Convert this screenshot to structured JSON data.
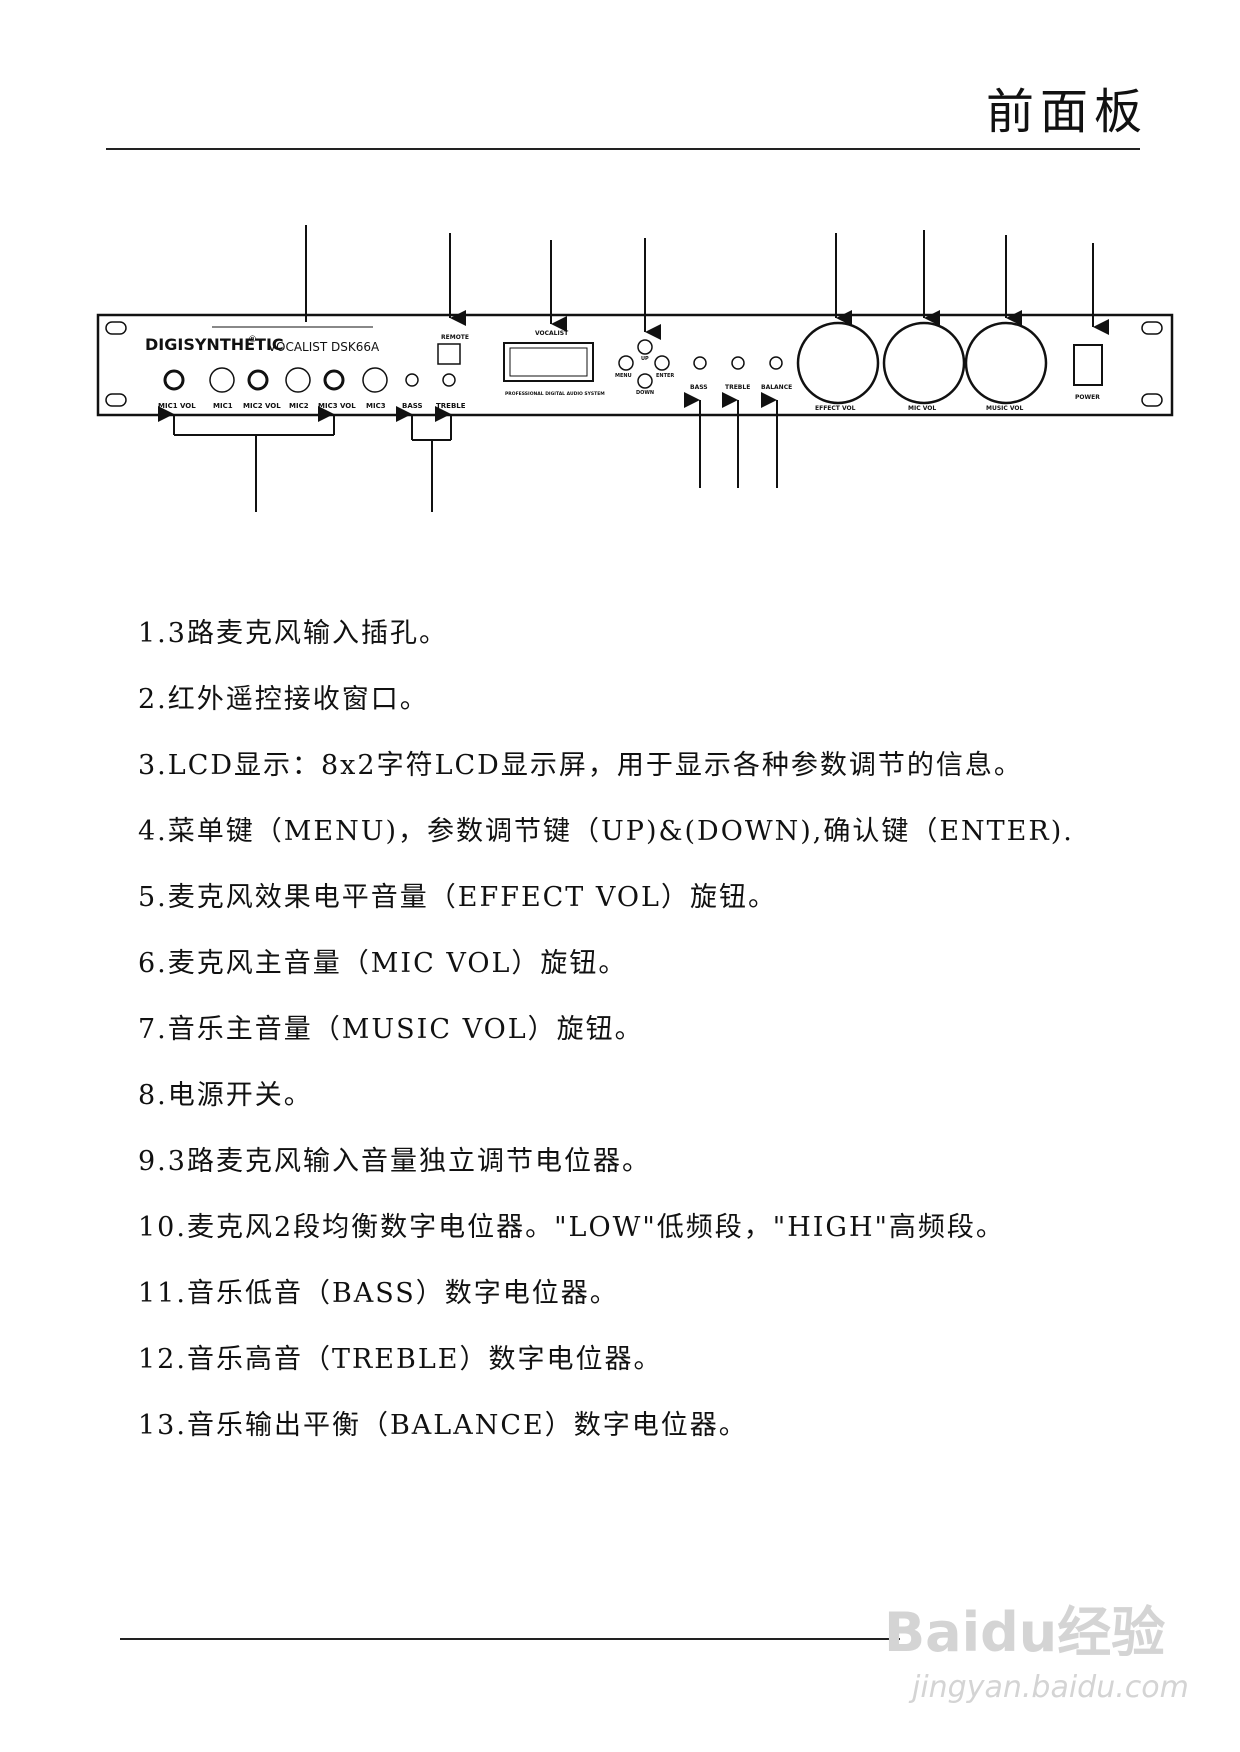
{
  "page": {
    "title": "前面板"
  },
  "panel": {
    "brand": "DIGISYNTHETIC",
    "model": "VOCALIST DSK66A",
    "remote_label": "REMOTE",
    "lcd_top_label": "VOCALIST",
    "lcd_bottom_label": "PROFESSIONAL DIGITAL AUDIO SYSTEM",
    "knob_labels": {
      "mic1_vol": "MIC1 VOL",
      "mic1": "MIC1",
      "mic2_vol": "MIC2 VOL",
      "mic2": "MIC2",
      "mic3_vol": "MIC3 VOL",
      "mic3": "MIC3",
      "bass_mic": "BASS",
      "treble_mic": "TREBLE",
      "up": "UP",
      "menu": "MENU",
      "enter": "ENTER",
      "down": "DOWN",
      "bass": "BASS",
      "treble": "TREBLE",
      "balance": "BALANCE",
      "effect_vol": "EFFECT VOL",
      "mic_vol": "MIC VOL",
      "music_vol": "MUSIC VOL",
      "power": "POWER"
    }
  },
  "items": [
    "1.3路麦克风输入插孔。",
    "2.红外遥控接收窗口。",
    "3.LCD显示：8x2字符LCD显示屏，用于显示各种参数调节的信息。",
    "4.菜单键（MENU)，参数调节键（UP)&(DOWN),确认键（ENTER).",
    "5.麦克风效果电平音量（EFFECT VOL）旋钮。",
    "6.麦克风主音量（MIC VOL）旋钮。",
    "7.音乐主音量（MUSIC VOL）旋钮。",
    "8.电源开关。",
    "9.3路麦克风输入音量独立调节电位器。",
    "10.麦克风2段均衡数字电位器。\"LOW\"低频段，\"HIGH\"高频段。",
    "11.音乐低音（BASS）数字电位器。",
    "12.音乐高音（TREBLE）数字电位器。",
    "13.音乐输出平衡（BALANCE）数字电位器。"
  ],
  "watermark": {
    "logo": "Baidu经验",
    "url": "jingyan.baidu.com"
  }
}
